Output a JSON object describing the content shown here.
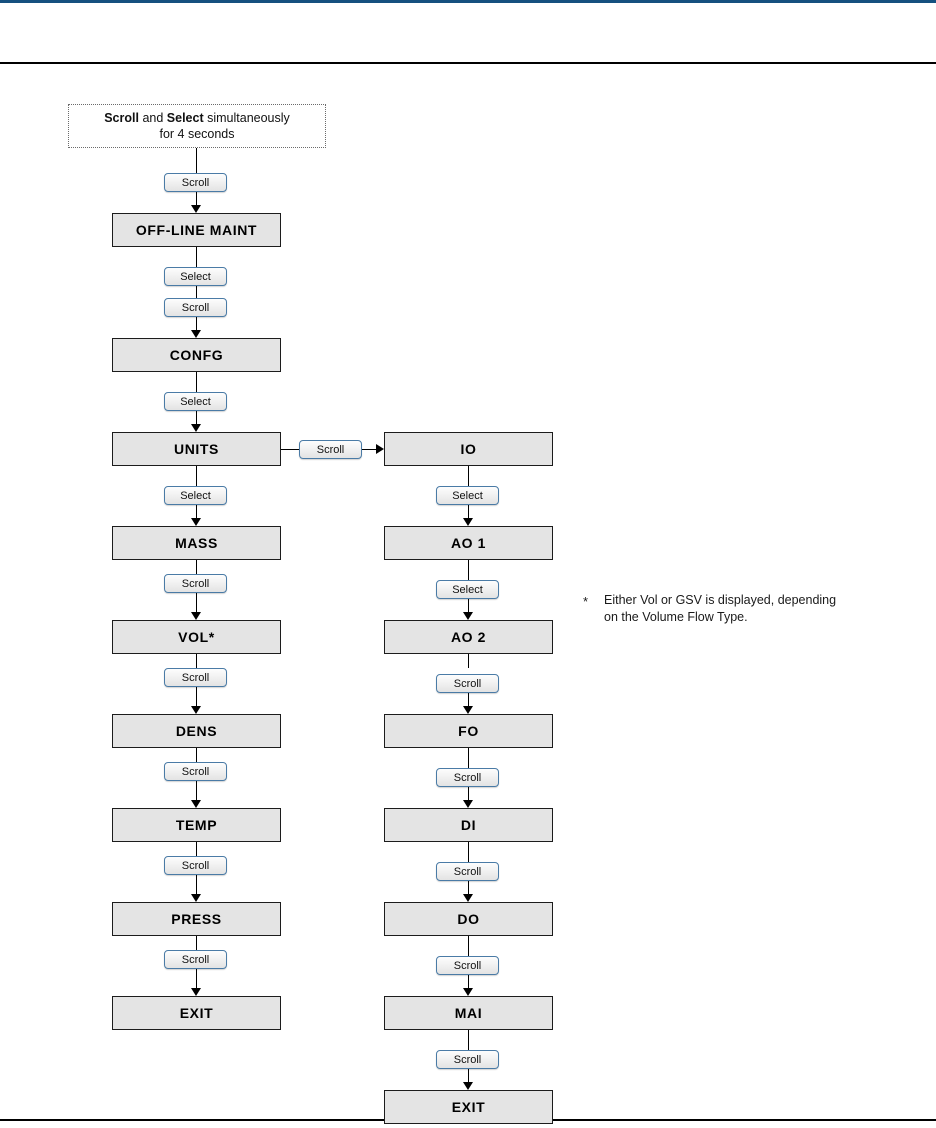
{
  "page": {
    "rules": {
      "top_accent_color": "#15507f",
      "header_rule_color": "#000000",
      "footer_rule_color": "#000000"
    },
    "node_fill_color": "#e4e4e4",
    "node_border_color": "#1c1c1c",
    "button_border_color": "#4a7ba6"
  },
  "instruction": {
    "line1_bold_a": "Scroll",
    "line1_mid": " and ",
    "line1_bold_b": "Select",
    "line1_tail": " simultaneously",
    "line2": "for 4 seconds"
  },
  "buttons": {
    "scroll": "Scroll",
    "select": "Select"
  },
  "flow": {
    "left_column": [
      {
        "label": "OFF-LINE MAINT",
        "key_in": "Scroll"
      },
      {
        "label": "CONFG",
        "key_in": "Scroll",
        "key_in_extra": "Select"
      },
      {
        "label": "UNITS",
        "key_in": "Select"
      },
      {
        "label": "MASS",
        "key_in": "Select"
      },
      {
        "label": "VOL*",
        "key_in": "Scroll"
      },
      {
        "label": "DENS",
        "key_in": "Scroll"
      },
      {
        "label": "TEMP",
        "key_in": "Scroll"
      },
      {
        "label": "PRESS",
        "key_in": "Scroll"
      },
      {
        "label": "EXIT",
        "key_in": "Scroll"
      }
    ],
    "right_column": [
      {
        "label": "IO",
        "key_in": "Scroll"
      },
      {
        "label": "AO 1",
        "key_in": "Select"
      },
      {
        "label": "AO 2",
        "key_in": "Select"
      },
      {
        "label": "FO",
        "key_in": "Scroll"
      },
      {
        "label": "DI",
        "key_in": "Scroll"
      },
      {
        "label": "DO",
        "key_in": "Scroll"
      },
      {
        "label": "MAI",
        "key_in": "Scroll"
      },
      {
        "label": "EXIT",
        "key_in": "Scroll"
      }
    ],
    "branch_label": "Scroll"
  },
  "footnote": {
    "marker": "*",
    "line1": "Either Vol or GSV is displayed, depending",
    "line2": "on the Volume Flow Type."
  }
}
